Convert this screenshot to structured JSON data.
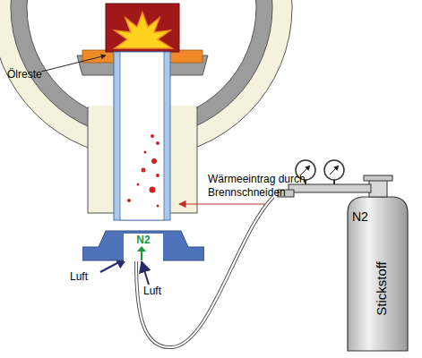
{
  "diagram": {
    "nodes": [
      {
        "text": [
          "N2"
        ]
      },
      {
        "text": [
          "N2",
          "Stickstoff"
        ]
      }
    ],
    "edges": [
      {
        "from": 1,
        "to": 0,
        "arrow": "none"
      }
    ],
    "labels": [
      "Ölreste",
      "Wärmeeintrag durch Brennschneiden",
      "Luft",
      "Luft"
    ]
  }
}
